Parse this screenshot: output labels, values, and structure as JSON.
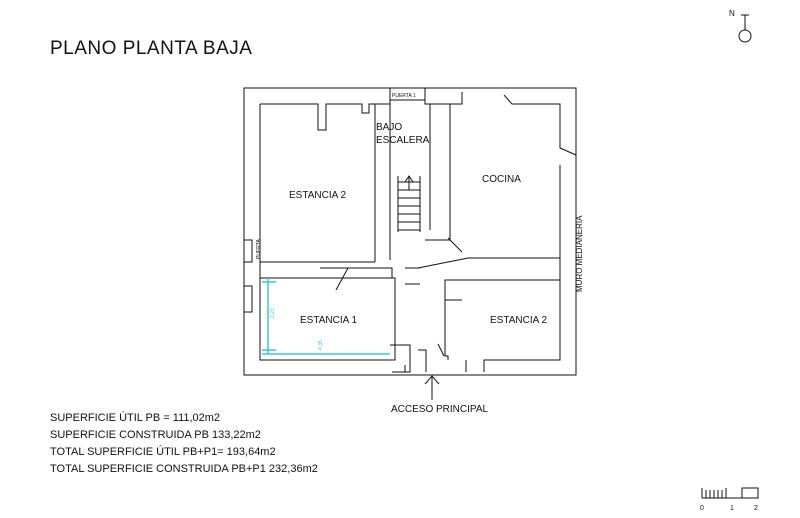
{
  "plan": {
    "title": "PLANO PLANTA BAJA",
    "rooms": {
      "estancia2_left": "ESTANCIA 2",
      "bajo_escalera_1": "BAJO",
      "bajo_escalera_2": "ESCALERA",
      "cocina": "COCINA",
      "estancia1": "ESTANCIA 1",
      "estancia2_right": "ESTANCIA 2"
    },
    "labels": {
      "puerta_top": "PUERTA 1",
      "puerta_left": "PUERTA",
      "muro": "MURO MEDIANERIA",
      "acceso": "ACCESO PRINCIPAL"
    },
    "dimensions": {
      "vertical": "2,23",
      "horizontal": "4,35"
    },
    "north": "N",
    "scale_ticks": [
      "0",
      "1",
      "2"
    ]
  },
  "stats": [
    "SUPERFICIE  ÚTIL PB = 111,02m2",
    "SUPERFICIE  CONSTRUIDA PB 133,22m2",
    "TOTAL SUPERFICIE  ÚTIL PB+P1= 193,64m2",
    "TOTAL SUPERFICIE  CONSTRUIDA PB+P1  232,36m2"
  ],
  "colors": {
    "line": "#111111",
    "dimension": "#3fc6d6"
  }
}
